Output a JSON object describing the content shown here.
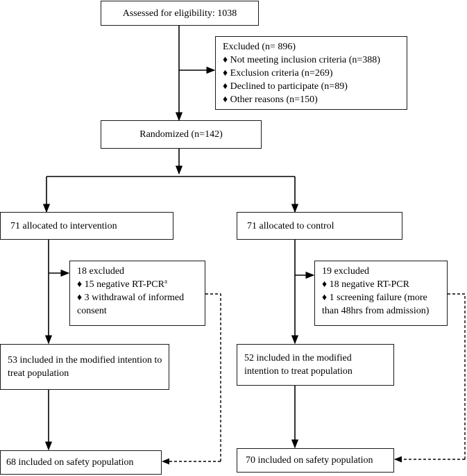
{
  "assessed": "Assessed for eligibility: 1038",
  "excluded": {
    "title": "Excluded (n= 896)",
    "items": [
      "♦ Not meeting inclusion criteria (n=388)",
      "♦ Exclusion criteria (n=269)",
      "♦ Declined to participate (n=89)",
      "♦ Other reasons (n=150)"
    ]
  },
  "randomized": "Randomized (n=142)",
  "intervention": {
    "allocated": "71 allocated to intervention",
    "excluded_title": "18 excluded",
    "excluded_item1": "♦ 15 negative RT-PCR",
    "excluded_item1_sup": "a",
    "excluded_item2": "♦ 3 withdrawal of informed consent",
    "mitt": "53 included in the modified intention to treat population",
    "safety": "68 included on safety population"
  },
  "control": {
    "allocated": "71 allocated to control",
    "excluded_title": "19 excluded",
    "excluded_item1": "♦ 18 negative RT-PCR",
    "excluded_item2": "♦ 1 screening failure (more than 48hrs from admission)",
    "mitt": "52 included in the modified intention to treat population",
    "safety": "70 included on safety population"
  }
}
